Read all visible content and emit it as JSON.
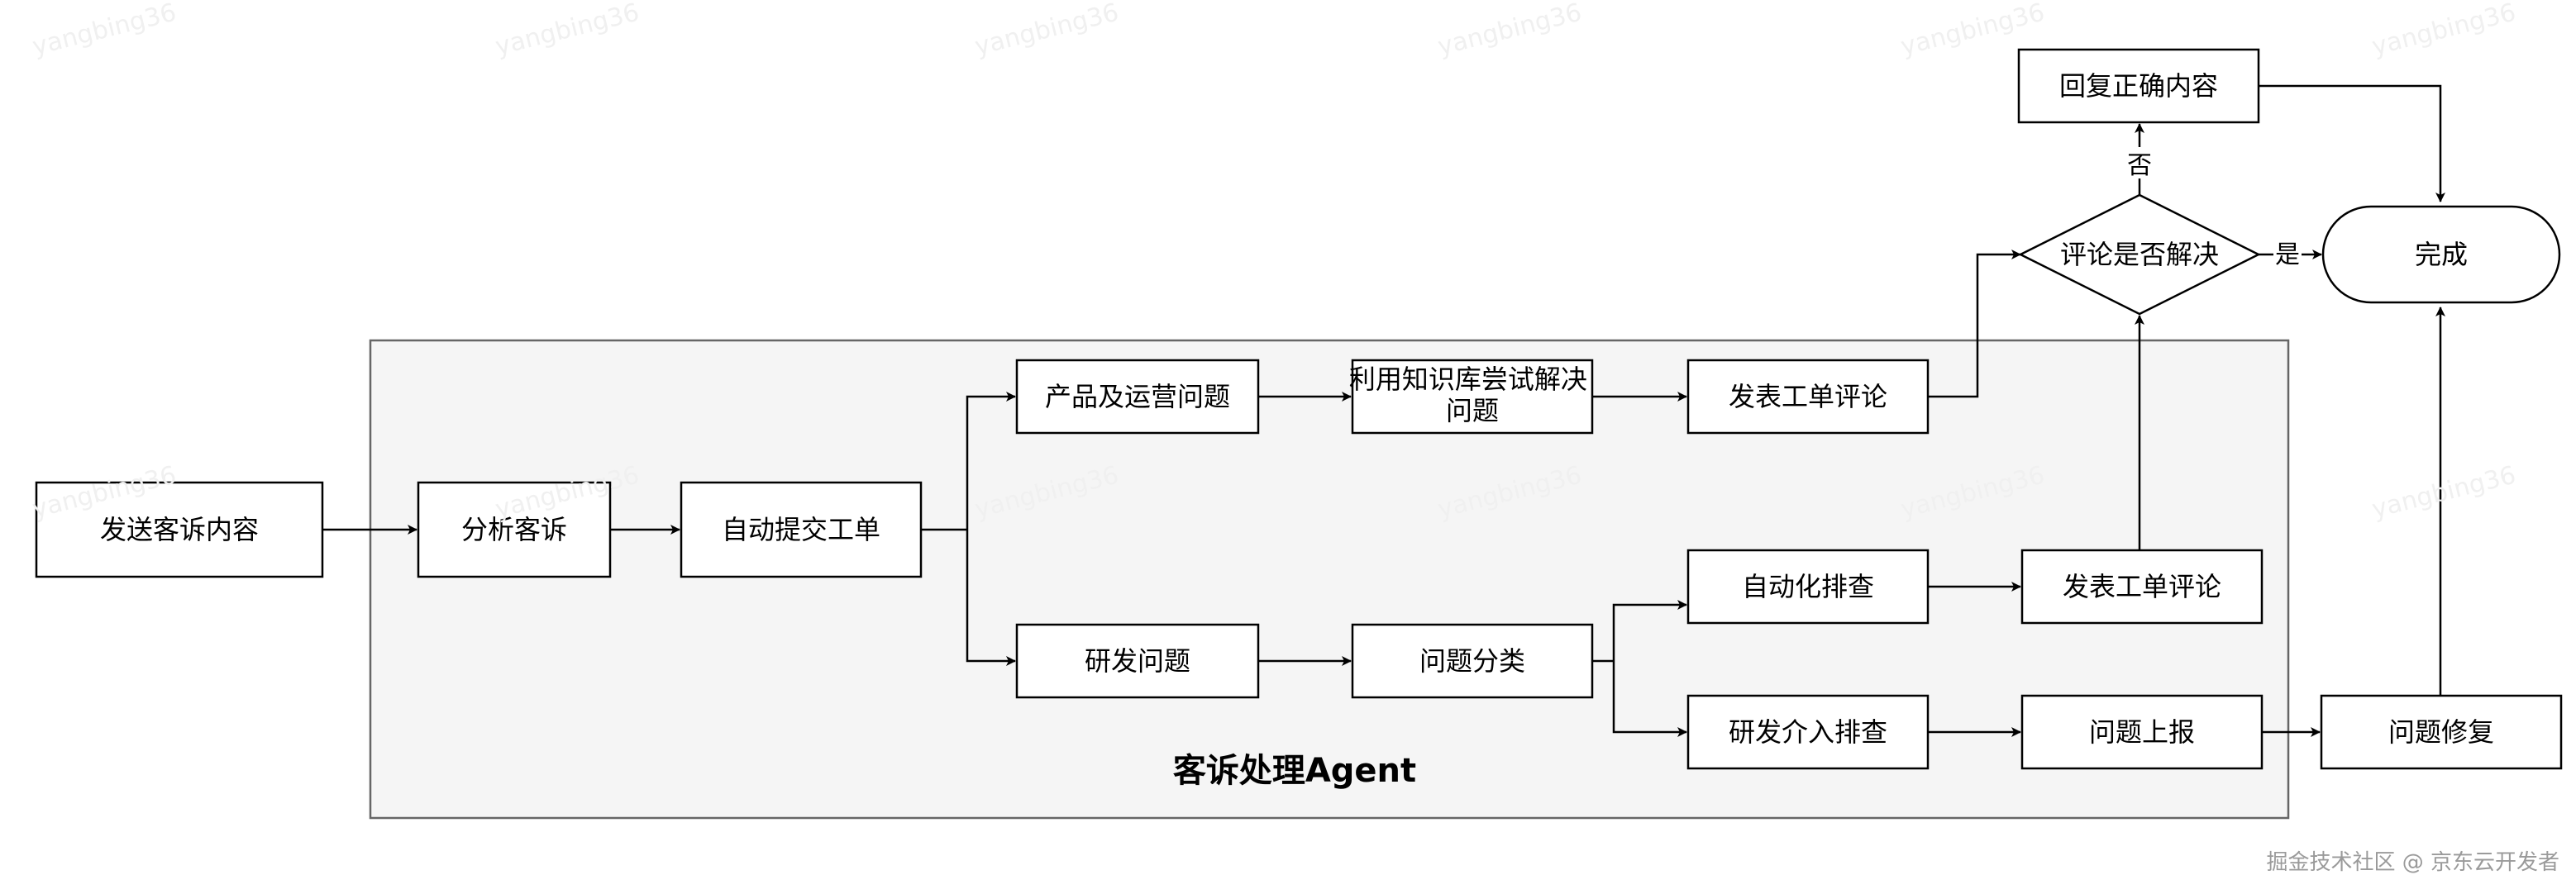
{
  "diagram": {
    "group": {
      "label": "客诉处理Agent",
      "fill": "#f5f5f5",
      "stroke": "#666666"
    },
    "nodes": [
      {
        "id": "send-complaint",
        "label": "发送客诉内容"
      },
      {
        "id": "analyze",
        "label": "分析客诉"
      },
      {
        "id": "auto-ticket",
        "label": "自动提交工单"
      },
      {
        "id": "product-ops",
        "label": "产品及运营问题"
      },
      {
        "id": "kb-solve",
        "label": "利用知识库尝试解决问题"
      },
      {
        "id": "comment-1",
        "label": "发表工单评论"
      },
      {
        "id": "rd-issue",
        "label": "研发问题"
      },
      {
        "id": "classify",
        "label": "问题分类"
      },
      {
        "id": "auto-check",
        "label": "自动化排查"
      },
      {
        "id": "comment-2",
        "label": "发表工单评论"
      },
      {
        "id": "rd-check",
        "label": "研发介入排查"
      },
      {
        "id": "report",
        "label": "问题上报"
      },
      {
        "id": "fix",
        "label": "问题修复"
      },
      {
        "id": "reply",
        "label": "回复正确内容"
      },
      {
        "id": "decision",
        "label": "评论是否解决",
        "shape": "diamond"
      },
      {
        "id": "done",
        "label": "完成",
        "shape": "terminator"
      }
    ],
    "edges": [
      {
        "from": "send-complaint",
        "to": "analyze",
        "label": ""
      },
      {
        "from": "analyze",
        "to": "auto-ticket",
        "label": ""
      },
      {
        "from": "auto-ticket",
        "to": "product-ops",
        "label": ""
      },
      {
        "from": "auto-ticket",
        "to": "rd-issue",
        "label": ""
      },
      {
        "from": "product-ops",
        "to": "kb-solve",
        "label": ""
      },
      {
        "from": "kb-solve",
        "to": "comment-1",
        "label": ""
      },
      {
        "from": "comment-1",
        "to": "decision",
        "label": ""
      },
      {
        "from": "rd-issue",
        "to": "classify",
        "label": ""
      },
      {
        "from": "classify",
        "to": "auto-check",
        "label": ""
      },
      {
        "from": "classify",
        "to": "rd-check",
        "label": ""
      },
      {
        "from": "auto-check",
        "to": "comment-2",
        "label": ""
      },
      {
        "from": "comment-2",
        "to": "decision",
        "label": ""
      },
      {
        "from": "rd-check",
        "to": "report",
        "label": ""
      },
      {
        "from": "report",
        "to": "fix",
        "label": ""
      },
      {
        "from": "fix",
        "to": "done",
        "label": ""
      },
      {
        "from": "decision",
        "to": "reply",
        "label": "否"
      },
      {
        "from": "decision",
        "to": "done",
        "label": "是"
      },
      {
        "from": "reply",
        "to": "done",
        "label": ""
      }
    ]
  },
  "watermark": "yangbing36",
  "footer": "掘金技术社区 @ 京东云开发者"
}
